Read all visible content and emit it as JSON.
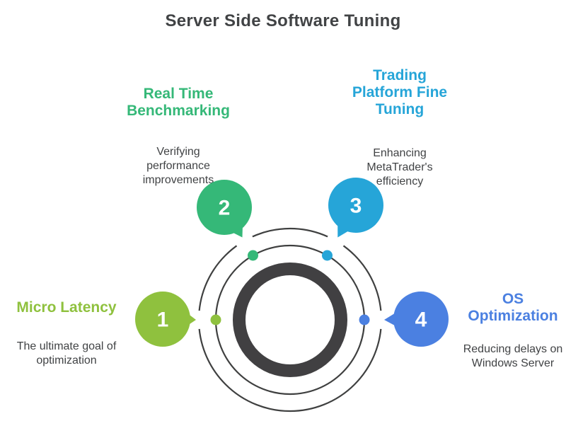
{
  "title": "Server Side Software Tuning",
  "colors": {
    "background": "#ffffff",
    "title_text": "#414345",
    "body_text": "#414345",
    "core_ring": "#414042",
    "orbit_line": "#3f4040"
  },
  "steps": [
    {
      "number": "1",
      "label": "Micro Latency",
      "description": "The ultimate goal of\noptimization",
      "color": "#8fc13e"
    },
    {
      "number": "2",
      "label": "Real Time\nBenchmarking",
      "description": "Verifying\nperformance\nimprovements",
      "color": "#35b878"
    },
    {
      "number": "3",
      "label": "Trading\nPlatform Fine\nTuning",
      "description": "Enhancing\nMetaTrader's\nefficiency",
      "color": "#26a5d8"
    },
    {
      "number": "4",
      "label": "OS\nOptimization",
      "description": "Reducing delays on\nWindows Server",
      "color": "#4b80e1"
    }
  ]
}
